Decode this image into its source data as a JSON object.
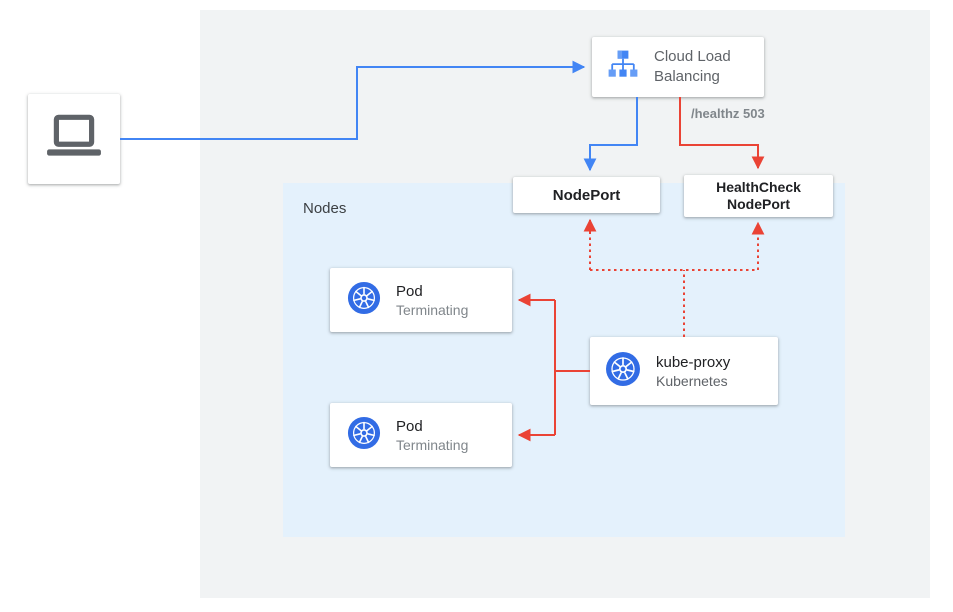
{
  "colors": {
    "blue": "#4285f4",
    "red": "#ea4335",
    "outer_panel_bg": "#f1f3f4",
    "nodes_panel_bg": "#e4f1fc",
    "text_dark": "#202124",
    "text_gray": "#5f6368",
    "text_muted": "#80868b",
    "kubernetes_blue": "#326ce5",
    "icon_gray": "#5f6368"
  },
  "client": {
    "icon": "laptop-icon"
  },
  "load_balancer": {
    "label": "Cloud Load Balancing",
    "icon": "cloud-load-balancing-icon"
  },
  "health_check_label": "/healthz 503",
  "node_port": {
    "label": "NodePort"
  },
  "health_check_node_port": {
    "label": "HealthCheck NodePort"
  },
  "nodes_panel": {
    "label": "Nodes"
  },
  "pods": [
    {
      "title": "Pod",
      "subtitle": "Terminating",
      "icon": "kubernetes-icon"
    },
    {
      "title": "Pod",
      "subtitle": "Terminating",
      "icon": "kubernetes-icon"
    }
  ],
  "kube_proxy": {
    "title": "kube-proxy",
    "subtitle": "Kubernetes",
    "icon": "kubernetes-icon"
  }
}
